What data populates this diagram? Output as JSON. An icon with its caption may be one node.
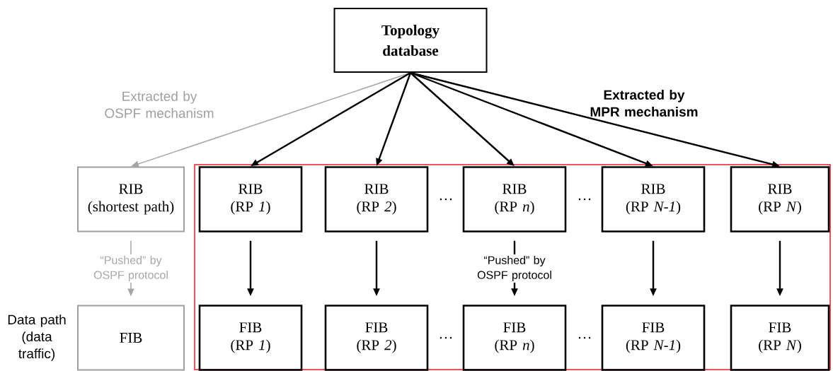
{
  "diagram": {
    "nodes": [
      {
        "text": [
          "Topology database"
        ]
      },
      {
        "text": [
          "RIB",
          "(shortest path)"
        ]
      },
      {
        "text": [],
        "shape": "box"
      },
      {
        "text": [
          "RIB",
          "(RP *1*)"
        ],
        "in": 2
      },
      {
        "text": [
          "RIB",
          "(RP *2*)"
        ],
        "in": 2
      },
      {
        "text": [
          "RIB",
          "(RP *n*)"
        ],
        "in": 2
      },
      {
        "text": [
          "RIB",
          "(RP *N-1*)"
        ],
        "in": 2
      },
      {
        "text": [
          "RIB",
          "(RP *N*)"
        ],
        "in": 2
      },
      {
        "text": [
          "FIB"
        ],
        "beside": [
          "Data path (data traffic)"
        ]
      },
      {
        "text": [
          "FIB",
          "(RP *1*)"
        ],
        "in": 2
      },
      {
        "text": [
          "FIB",
          "(RP *2*)"
        ],
        "in": 2
      },
      {
        "text": [
          "FIB",
          "(RP *n*)"
        ],
        "in": 2
      },
      {
        "text": [
          "FIB",
          "(RP *N-1*)"
        ],
        "in": 2
      },
      {
        "text": [
          "FIB",
          "(RP *N*)"
        ],
        "in": 2
      }
    ],
    "edges": [
      {
        "from": 0,
        "to": 1,
        "arrow": "to",
        "color": "#a6a6a6"
      },
      {
        "from": 0,
        "to": 3,
        "arrow": "to"
      },
      {
        "from": 0,
        "to": 4,
        "arrow": "to"
      },
      {
        "from": 0,
        "to": 5,
        "arrow": "to"
      },
      {
        "from": 0,
        "to": 6,
        "arrow": "to"
      },
      {
        "from": 0,
        "to": 7,
        "arrow": "to"
      },
      {
        "from": 1,
        "to": 8,
        "arrow": "to",
        "color": "#a6a6a6",
        "label": "“Pushed” by OSPF protocol"
      },
      {
        "from": 3,
        "to": 9,
        "arrow": "to"
      },
      {
        "from": 4,
        "to": 10,
        "arrow": "to"
      },
      {
        "from": 5,
        "to": 11,
        "arrow": "to",
        "label": "“Pushed” by OSPF protocol"
      },
      {
        "from": 6,
        "to": 12,
        "arrow": "to"
      },
      {
        "from": 7,
        "to": 13,
        "arrow": "to"
      }
    ],
    "labels": [
      "Extracted by OSPF mechanism",
      "Extracted by MPR mechanism",
      "…",
      "…",
      "…",
      "…"
    ]
  }
}
